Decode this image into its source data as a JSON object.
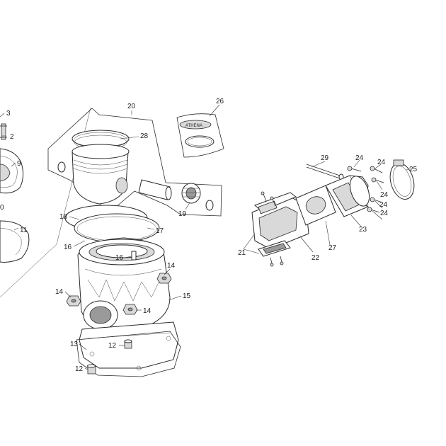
{
  "callouts": {
    "c2": "2",
    "c3": "3",
    "c9": "9",
    "c10": "0",
    "c11": "11",
    "c20": "20",
    "c28": "28",
    "c26": "26",
    "c19": "19",
    "c18": "18",
    "c17": "17",
    "c16a": "16",
    "c16b": "16",
    "c14a": "14",
    "c14b": "14",
    "c14c": "14",
    "c15": "15",
    "c13": "13",
    "c12a": "12",
    "c12b": "12",
    "c29": "29",
    "c24a": "24",
    "c24b": "24",
    "c24c": "24",
    "c24d": "24",
    "c24e": "24",
    "c25": "25",
    "c23": "23",
    "c27": "27",
    "c22": "22",
    "c21": "21"
  },
  "bag_logo": "ATHENA"
}
